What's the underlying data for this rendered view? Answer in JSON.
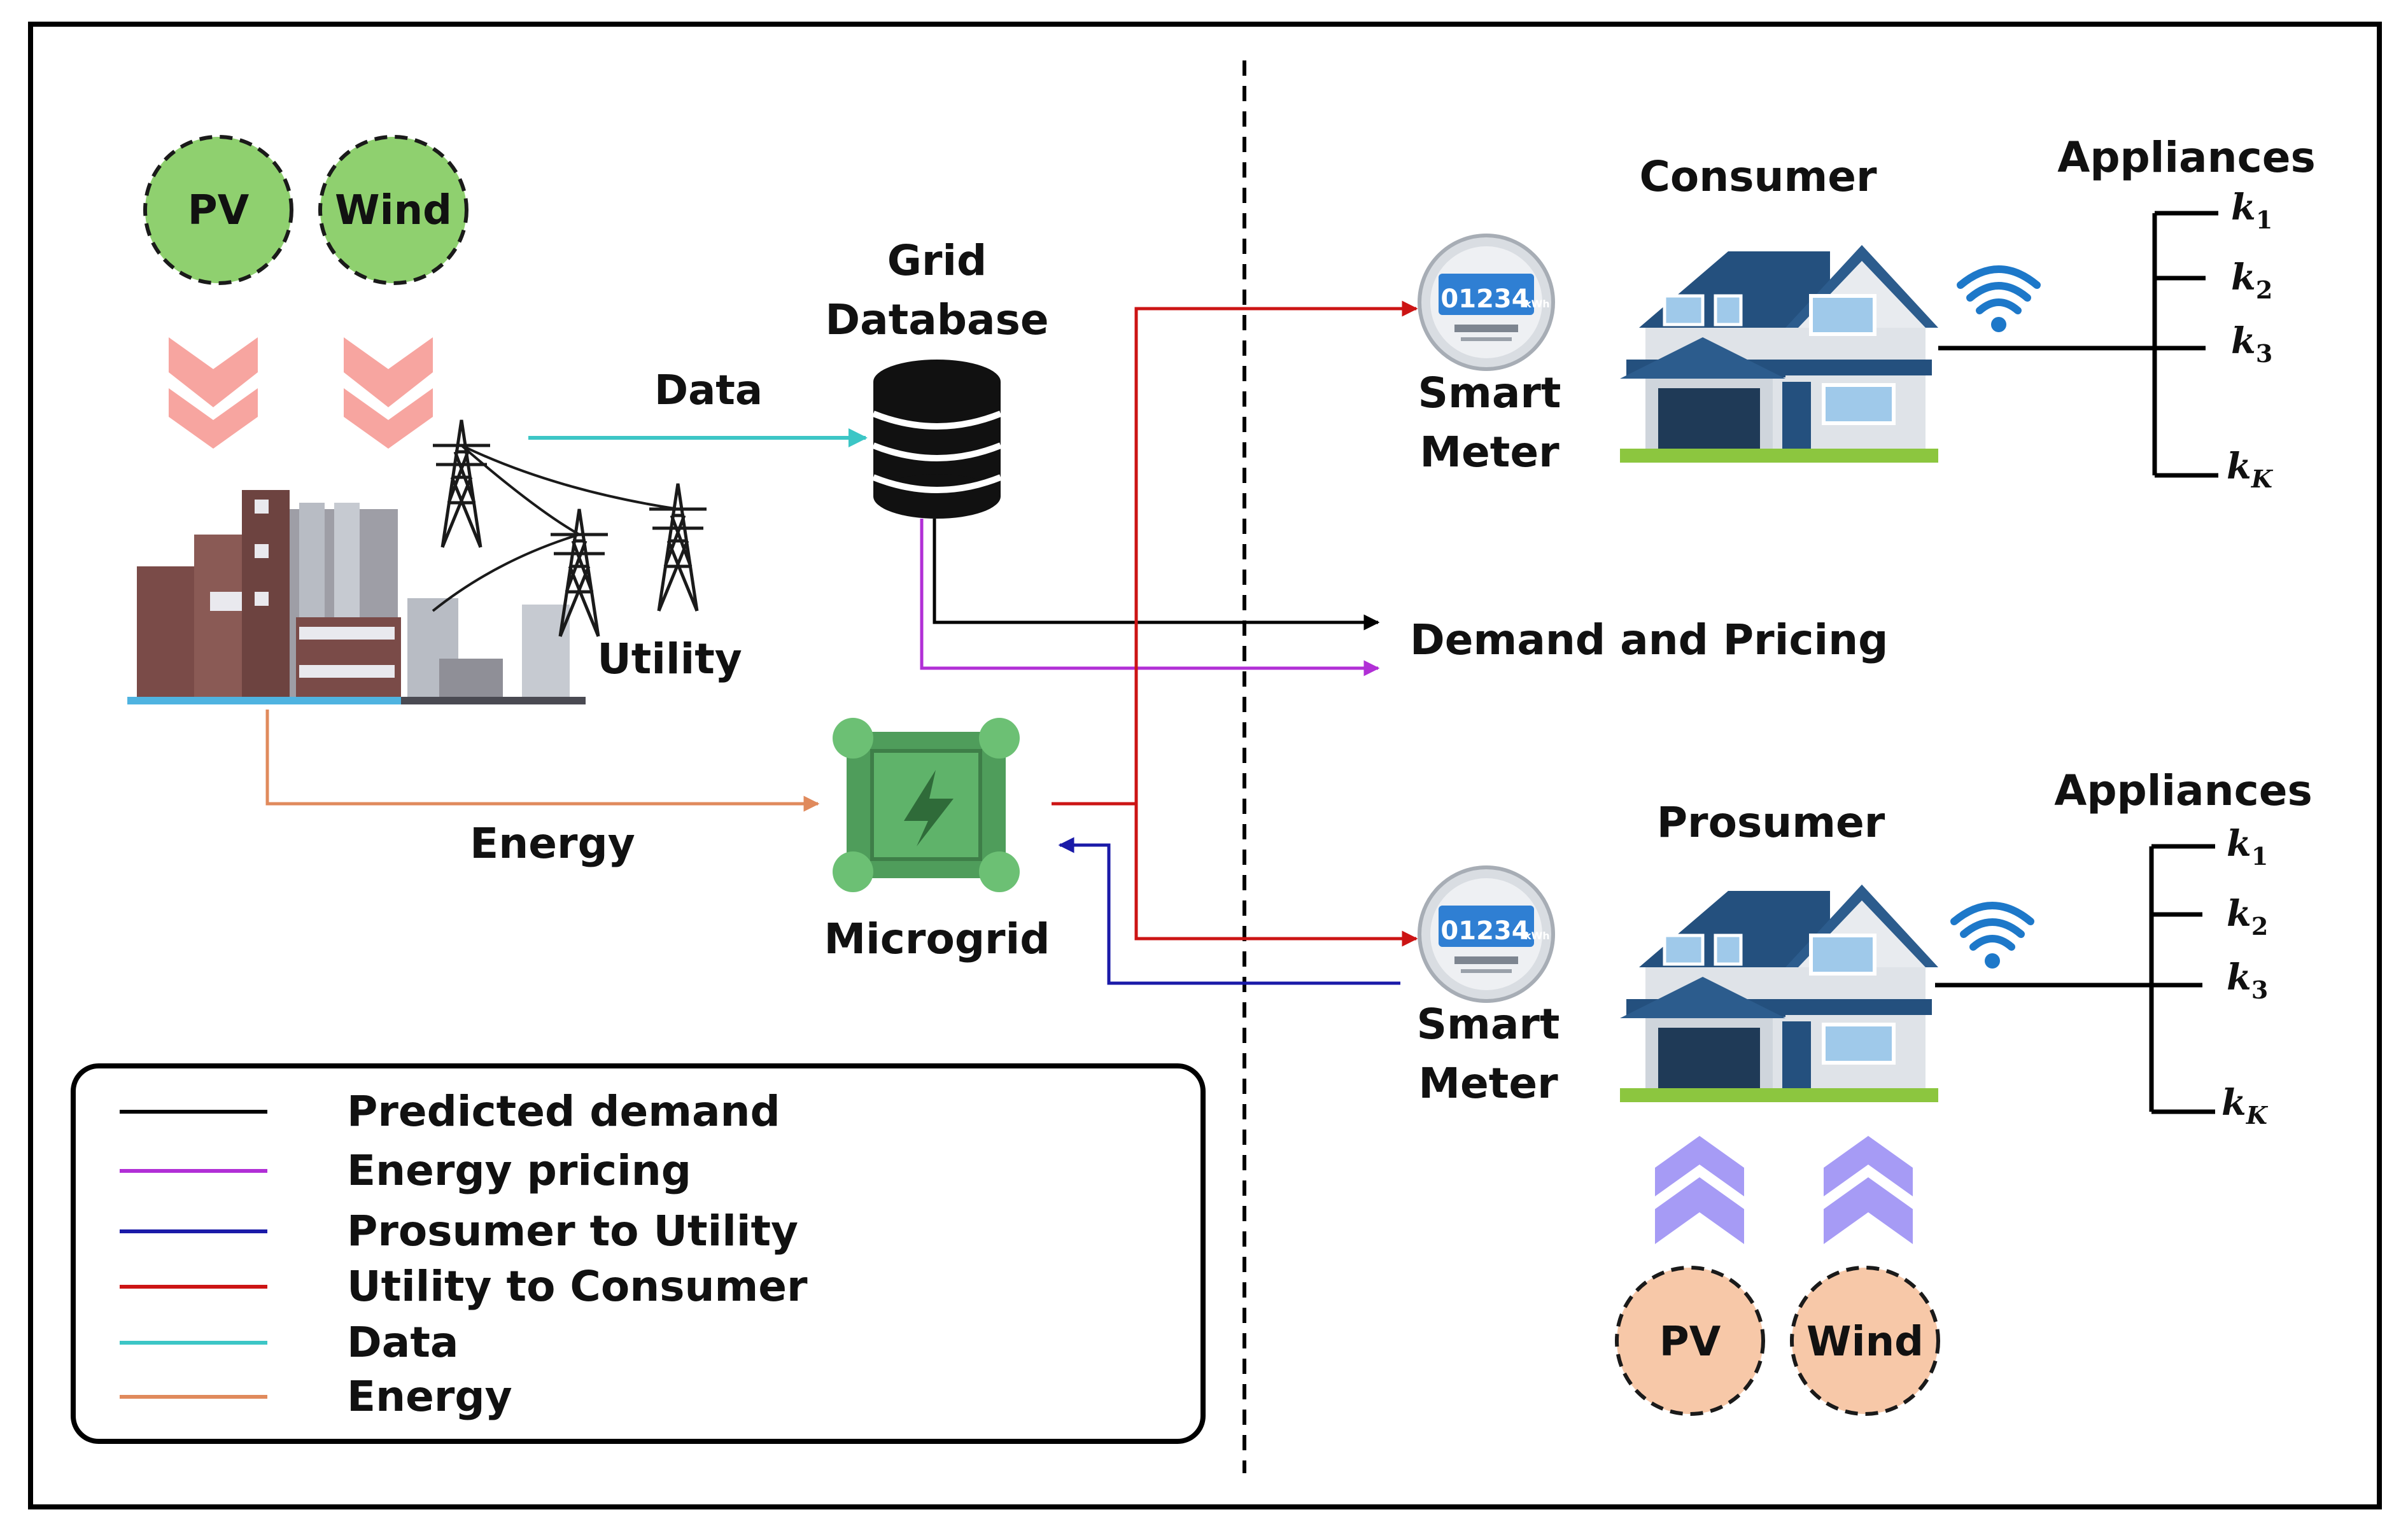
{
  "left": {
    "sources": [
      "PV",
      "Wind"
    ],
    "grid_database": [
      "Grid",
      "Database"
    ],
    "data_label": "Data",
    "utility_label": "Utility",
    "energy_label": "Energy",
    "microgrid_label": "Microgrid"
  },
  "center": {
    "demand_pricing": "Demand and Pricing"
  },
  "consumer": {
    "title": "Consumer",
    "meter_line1": "Smart",
    "meter_line2": "Meter",
    "meter_digits": "01234",
    "meter_unit": "kWh",
    "appliances_title": "Appliances",
    "appliances": [
      {
        "base": "k",
        "sub": "1"
      },
      {
        "base": "k",
        "sub": "2"
      },
      {
        "base": "k",
        "sub": "3"
      },
      {
        "base": "k",
        "sub": "K"
      }
    ]
  },
  "prosumer": {
    "title": "Prosumer",
    "meter_line1": "Smart",
    "meter_line2": "Meter",
    "meter_digits": "01234",
    "meter_unit": "kWh",
    "appliances_title": "Appliances",
    "appliances": [
      {
        "base": "k",
        "sub": "1"
      },
      {
        "base": "k",
        "sub": "2"
      },
      {
        "base": "k",
        "sub": "3"
      },
      {
        "base": "k",
        "sub": "K"
      }
    ],
    "sources": [
      "PV",
      "Wind"
    ]
  },
  "legend": [
    {
      "label": "Predicted demand",
      "color": "#000000"
    },
    {
      "label": "Energy pricing",
      "color": "#b12fd6"
    },
    {
      "label": "Prosumer to Utility",
      "color": "#1a1aa8"
    },
    {
      "label": "Utility to Consumer",
      "color": "#cc1414"
    },
    {
      "label": "Data",
      "color": "#3cc6c6"
    },
    {
      "label": "Energy",
      "color": "#e08a5c"
    }
  ],
  "colors": {
    "predicted_demand": "#000000",
    "energy_pricing": "#b12fd6",
    "prosumer_to_utility": "#1a1aa8",
    "utility_to_consumer": "#cc1414",
    "data": "#3cc6c6",
    "energy": "#e08a5c",
    "green_source_fill": "#8fd06f",
    "orange_source_fill": "#f7c8a8",
    "down_chevron": "#f7a5a0",
    "up_chevron": "#a69bf5",
    "wifi": "#1d78c9",
    "microgrid": "#4f9d5b"
  }
}
